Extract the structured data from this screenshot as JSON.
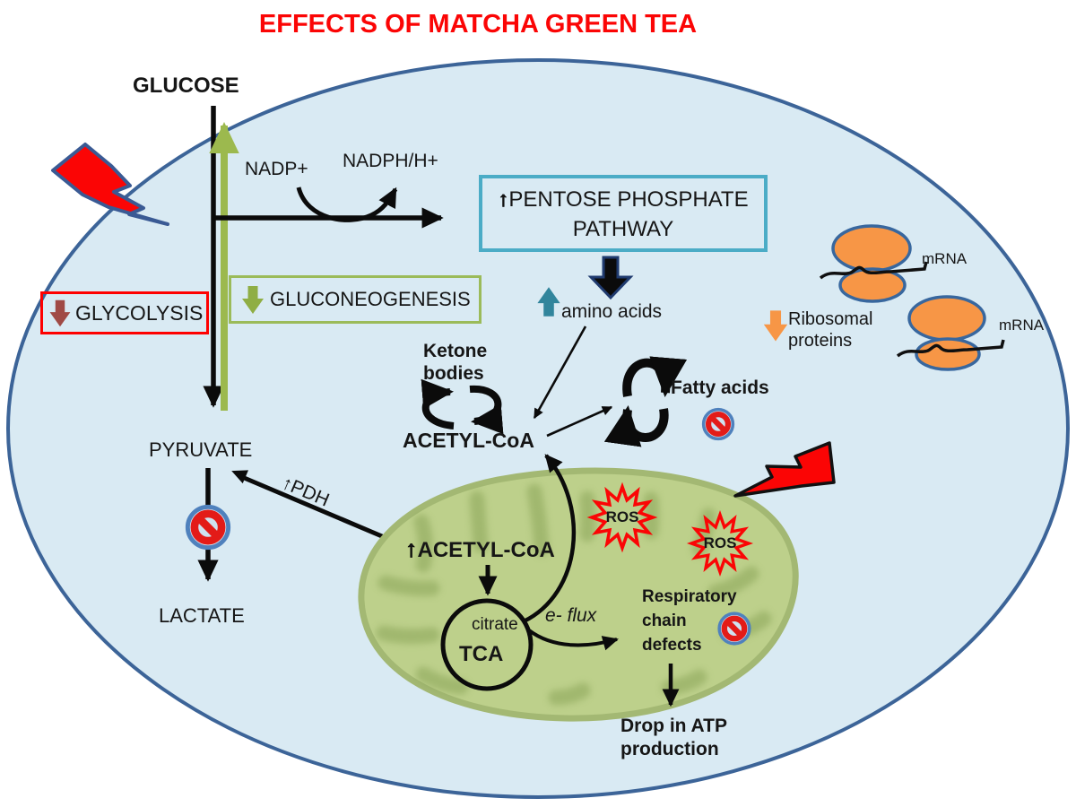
{
  "title": "EFFECTS OF MATCHA GREEN TEA",
  "metabolites": {
    "glucose": "GLUCOSE",
    "pyruvate": "PYRUVATE",
    "lactate": "LACTATE",
    "nadp": "NADP+",
    "nadph": "NADPH/H+",
    "amino_acids": "amino acids",
    "acetyl_coa": "ACETYL-CoA",
    "fatty_acids": "Fatty acids",
    "ketone_line1": "Ketone",
    "ketone_line2": "bodies"
  },
  "pathways": {
    "glycolysis": {
      "arrow_icon": "down-arrow",
      "label": "GLYCOLYSIS"
    },
    "gluconeogenesis": {
      "arrow_icon": "down-arrow",
      "label": "GLUCONEOGENESIS"
    },
    "ppp": {
      "arrow": "↑",
      "line1": "PENTOSE PHOSPHATE",
      "line2": "PATHWAY"
    },
    "pdh": "↑PDH"
  },
  "ribosome": {
    "arrow_icon": "down-arrow",
    "line1": "Ribosomal",
    "line2": "proteins",
    "mrna_top": "mRNA",
    "mrna_bottom": "mRNA"
  },
  "mitochondrion": {
    "acetyl_arrow": "↑",
    "acetyl": "ACETYL-CoA",
    "citrate": "citrate",
    "tca": "TCA",
    "eflux": "e- flux",
    "ros_left": "ROS",
    "ros_right": "ROS",
    "resp1": "Respiratory",
    "resp2": "chain",
    "resp3": "defects"
  },
  "atp": {
    "line1": "Drop in ATP",
    "line2": "production"
  },
  "colors": {
    "title_red": "#fb0505",
    "cell_fill": "#d9eaf3",
    "cell_border": "#3c6498",
    "ppp_border": "#4bacc6",
    "glycolysis_border": "#fe0000",
    "glycolysis_arrow": "#a04a45",
    "gluconeogenesis_green": "#9bbb59",
    "amino_teal": "#31859c",
    "ribosome_orange": "#f79646",
    "mito_fill": "#bdd08b",
    "ros_red": "#fb0505",
    "prohibit_ring_blue": "#4f81bd",
    "prohibit_red": "#e31b18"
  },
  "icons": {
    "lightning_left": "lightning-bolt",
    "lightning_right": "lightning-bolt",
    "prohibit": "no-entry-sign",
    "ribosome": "ribosome",
    "ros_burst": "ros-starburst"
  }
}
